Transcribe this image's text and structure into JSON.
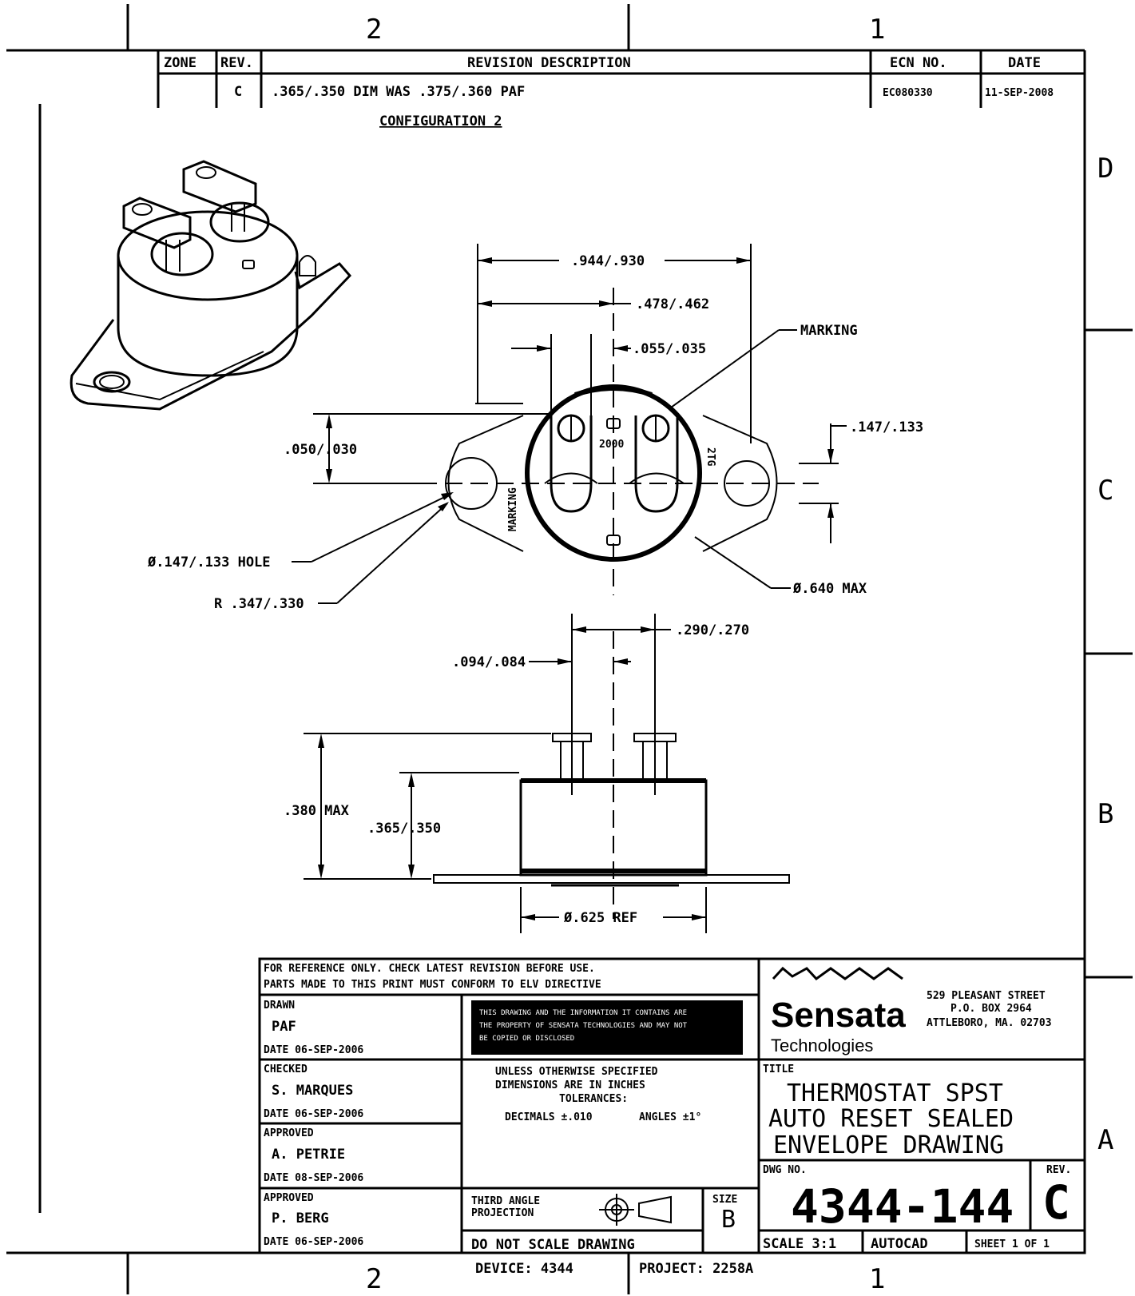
{
  "zones": {
    "top": [
      "2",
      "1"
    ],
    "bottom": [
      "2",
      "1"
    ],
    "right": [
      "D",
      "C",
      "B",
      "A"
    ]
  },
  "revision_block": {
    "headers": {
      "zone": "ZONE",
      "rev": "REV.",
      "description": "REVISION DESCRIPTION",
      "ecn": "ECN NO.",
      "date": "DATE"
    },
    "row": {
      "zone": "",
      "rev": "C",
      "description": ".365/.350 DIM WAS .375/.360 PAF",
      "ecn": "EC080330",
      "date": "11-SEP-2008"
    }
  },
  "configuration_label": "CONFIGURATION 2",
  "dimensions": {
    "overall_width": ".944/.930",
    "center_offset": ".478/.462",
    "terminal_offset": ".055/.035",
    "marking": "MARKING",
    "height_ref": ".050/.030",
    "right_offset": ".147/.133",
    "hole": "Ø.147/.133 HOLE",
    "radius": "R .347/.330",
    "body_dia": "Ø.640 MAX",
    "terminal_spacing": ".290/.270",
    "terminal_width": ".094/.084",
    "overall_height": ".380 MAX",
    "body_height": ".365/.350",
    "ref_dia": "Ø.625 REF"
  },
  "title_block": {
    "reference_note": "FOR REFERENCE ONLY. CHECK LATEST REVISION BEFORE USE. PARTS MADE TO THIS PRINT MUST CONFORM TO ELV DIRECTIVE",
    "notice": "THIS DRAWING AND THE INFORMATION IT CONTAINS ARE THE PROPERTY OF SENSATA TECHNOLOGIES AND MAY NOT BE COPIED OR DISCLOSED",
    "tolerance_note": "UNLESS OTHERWISE SPECIFIED DIMENSIONS ARE IN INCHES TOLERANCES:",
    "decimals": "DECIMALS ±.010",
    "angles": "ANGLES ±1°",
    "drawn_label": "DRAWN",
    "drawn_name": "PAF",
    "drawn_date": "DATE  06-SEP-2006",
    "checked_label": "CHECKED",
    "checked_name": "S. MARQUES",
    "checked_date": "DATE  06-SEP-2006",
    "approved1_label": "APPROVED",
    "approved1_name": "A. PETRIE",
    "approved1_date": "DATE  08-SEP-2006",
    "approved2_label": "APPROVED",
    "approved2_name": "P. BERG",
    "approved2_date": "DATE  06-SEP-2006",
    "projection_label": "THIRD ANGLE PROJECTION",
    "size_label": "SIZE",
    "size_value": "B",
    "no_scale": "DO NOT SCALE DRAWING",
    "company": "Sensata",
    "company_sub": "Technologies",
    "address1": "529 PLEASANT STREET",
    "address2": "P.O. BOX 2964",
    "address3": "ATTLEBORO, MA. 02703",
    "title_label": "TITLE",
    "title_line1": "THERMOSTAT SPST",
    "title_line2": "AUTO RESET SEALED",
    "title_line3": "ENVELOPE DRAWING",
    "dwg_label": "DWG NO.",
    "dwg_no": "4344-144",
    "rev_label": "REV.",
    "rev_value": "C",
    "scale": "SCALE 3:1",
    "autocad": "AUTOCAD",
    "sheet": "SHEET 1 OF 1"
  },
  "footer": {
    "device": "DEVICE: 4344",
    "project": "PROJECT: 2258A"
  }
}
